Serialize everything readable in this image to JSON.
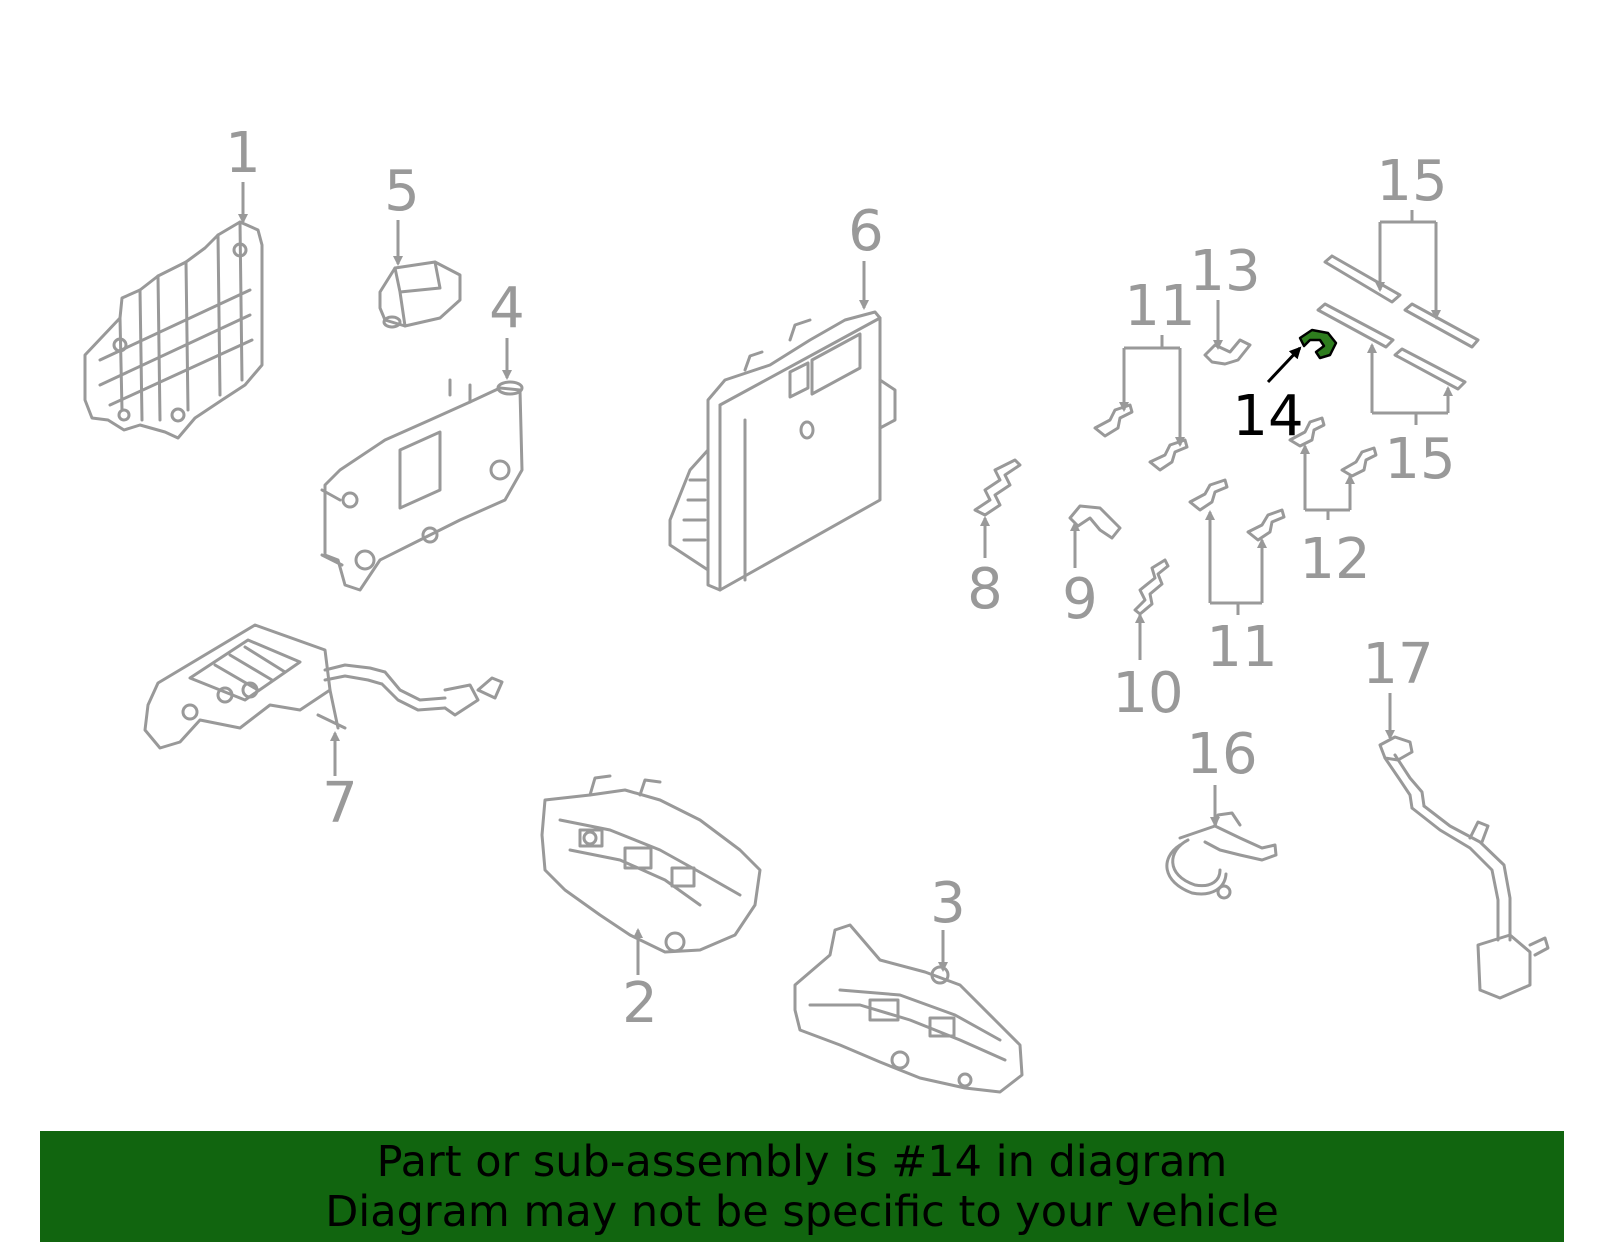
{
  "colors": {
    "outline": "#999999",
    "highlight": "#2e7d1e",
    "banner_bg": "#11650f",
    "text_dark": "#000000"
  },
  "diagram": {
    "highlighted_part": "14",
    "callouts": {
      "n1": "1",
      "n2": "2",
      "n3": "3",
      "n4": "4",
      "n5": "5",
      "n6": "6",
      "n7": "7",
      "n8": "8",
      "n9": "9",
      "n10": "10",
      "n11a": "11",
      "n11b": "11",
      "n12": "12",
      "n13": "13",
      "n14": "14",
      "n15a": "15",
      "n15b": "15",
      "n16": "16",
      "n17": "17"
    }
  },
  "banner": {
    "line1": "Part or sub-assembly is #14 in diagram",
    "line2": "Diagram may not be specific to your vehicle"
  }
}
